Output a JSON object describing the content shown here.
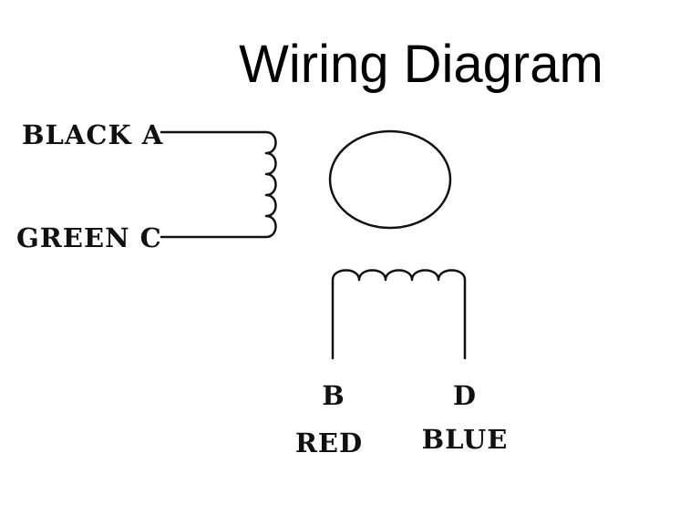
{
  "diagram": {
    "title": "Wiring Diagram",
    "wires": {
      "black": {
        "color_name": "BLACK",
        "terminal": "A",
        "label": "BLACK A"
      },
      "green": {
        "color_name": "GREEN",
        "terminal": "C",
        "label": "GREEN C"
      },
      "red": {
        "color_name": "RED",
        "terminal": "B"
      },
      "blue": {
        "color_name": "BLUE",
        "terminal": "D"
      }
    },
    "line_color": "#111111"
  }
}
